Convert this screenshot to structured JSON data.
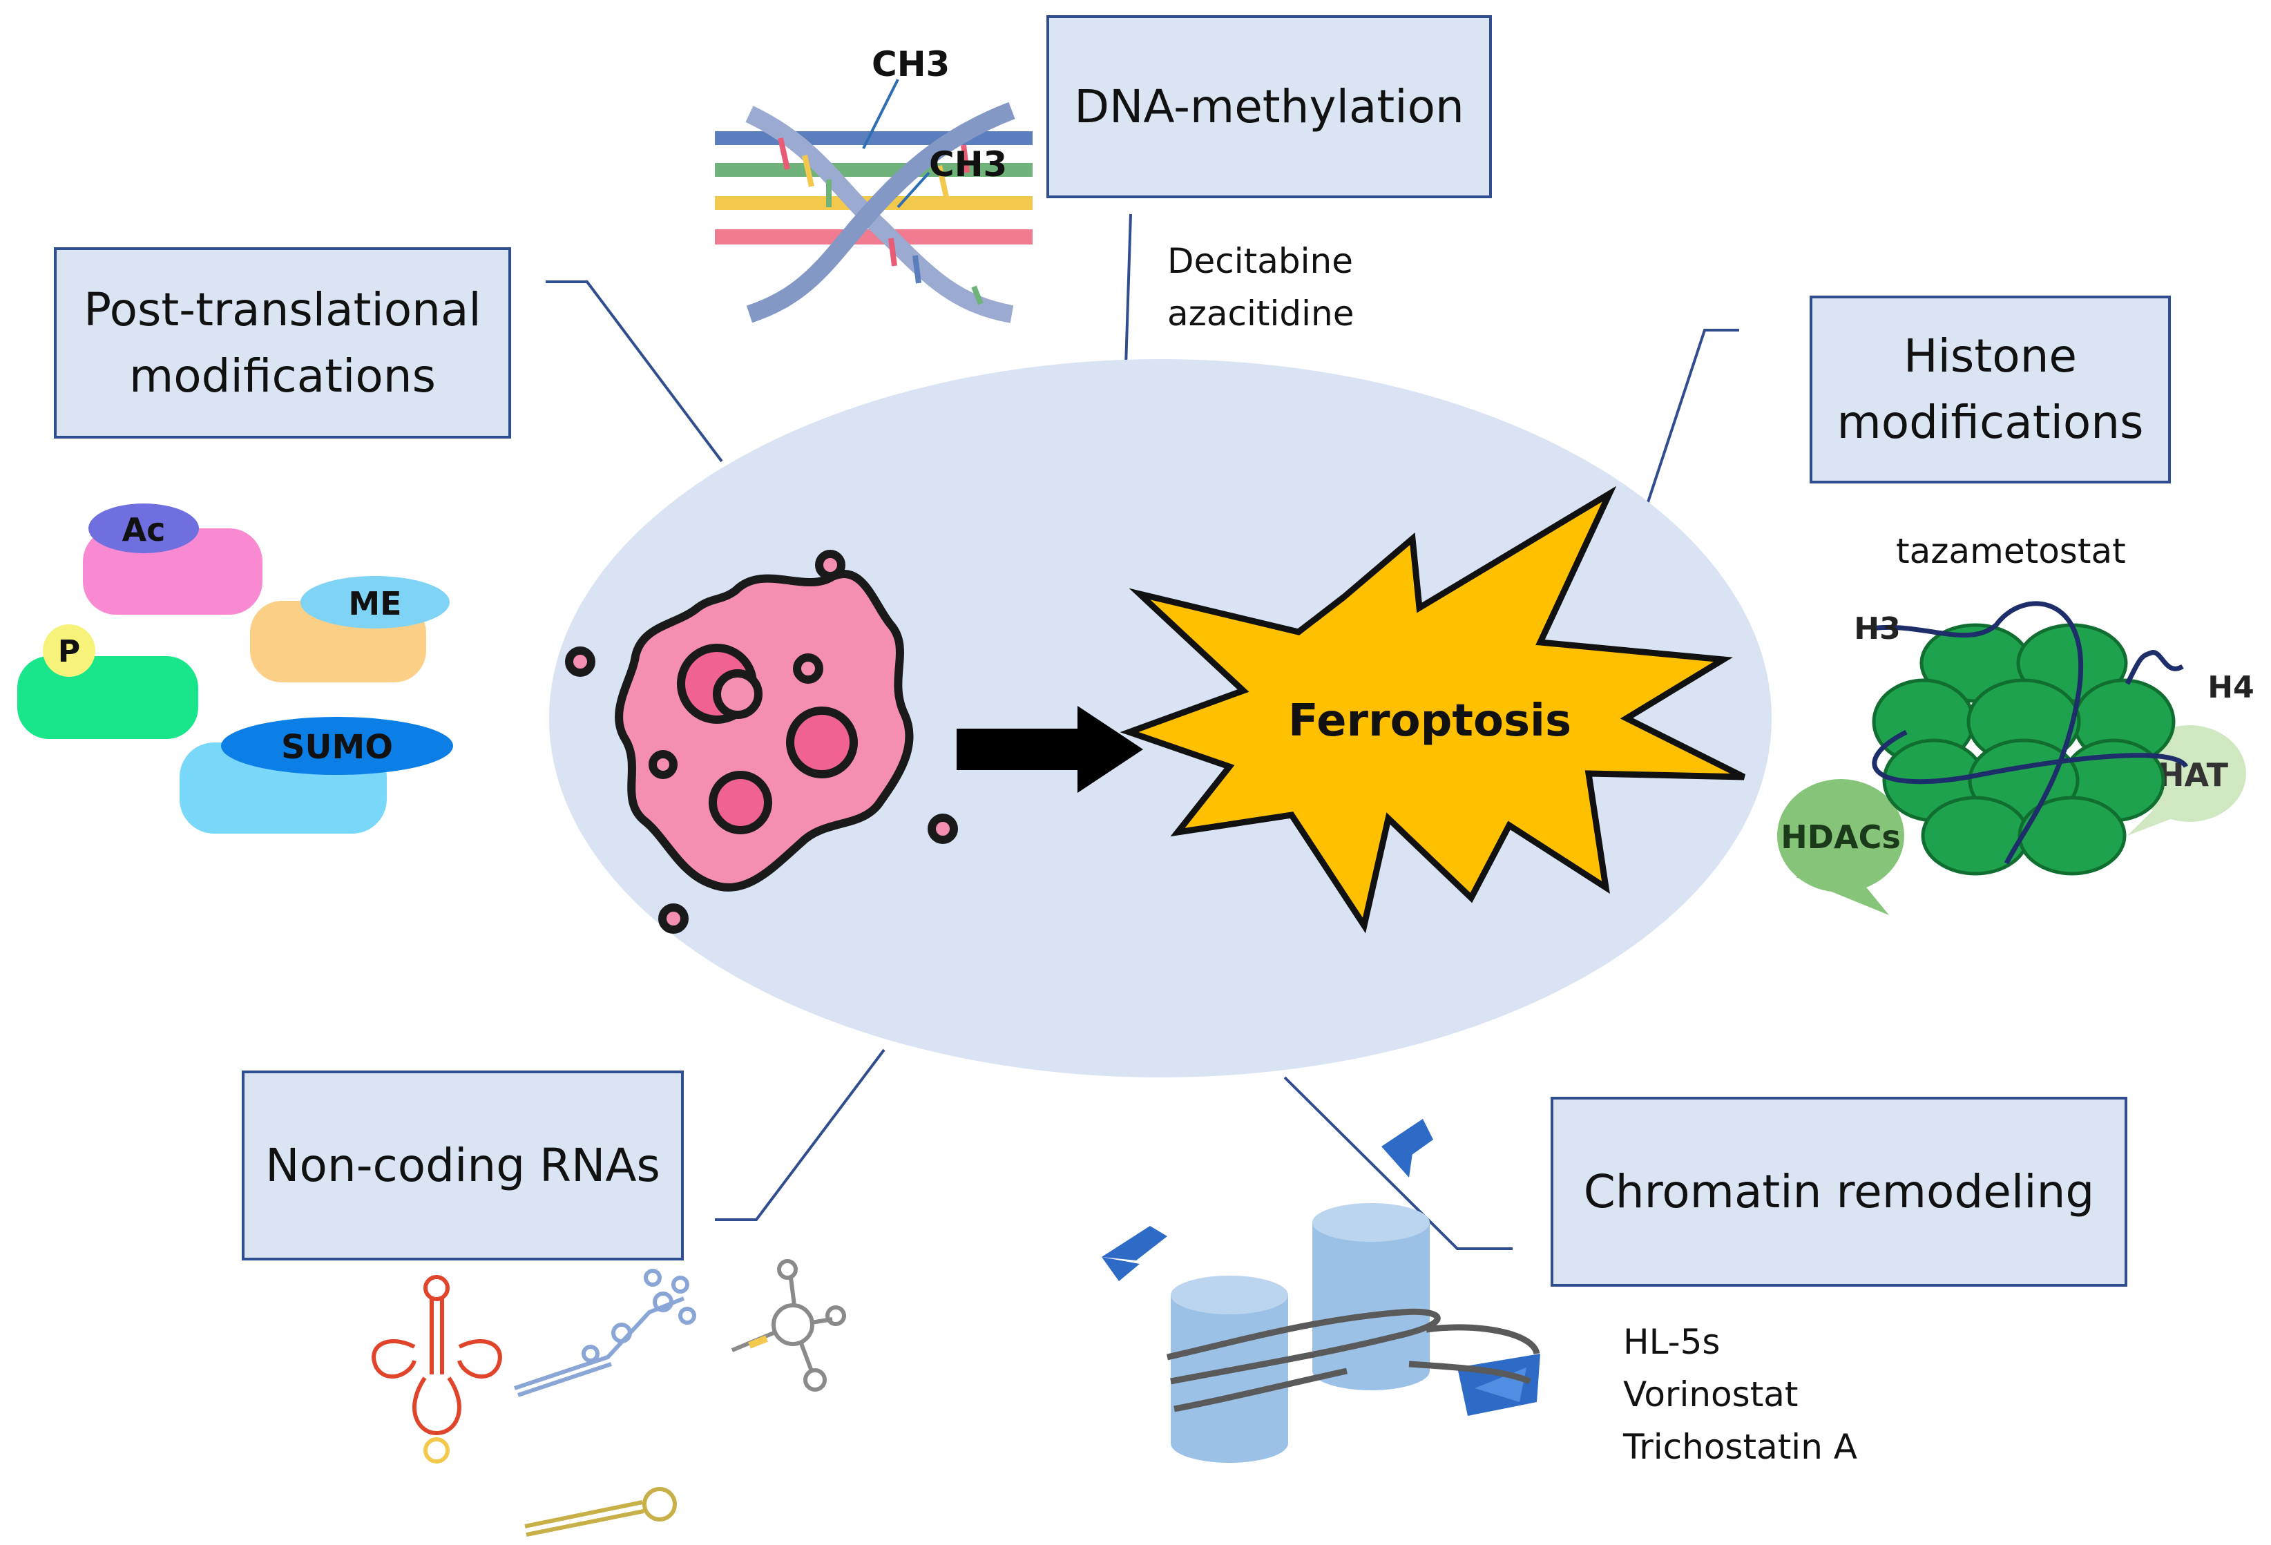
{
  "categories": {
    "dna_methylation": {
      "title": "DNA-methylation",
      "drugs": "Decitabine\nazacitidine"
    },
    "histone_modifications": {
      "title": "Histone\nmodifications",
      "drugs": "tazametostat"
    },
    "post_translational": {
      "title": "Post-translational\nmodifications"
    },
    "non_coding_rnas": {
      "title": "Non-coding RNAs"
    },
    "chromatin_remodeling": {
      "title": "Chromatin remodeling",
      "drugs": "HL-5s\nVorinostat\nTrichostatin A"
    }
  },
  "center": {
    "label": "Ferroptosis"
  },
  "dna_labels": {
    "methyl_1": "CH3",
    "methyl_2": "CH3"
  },
  "ptm_labels": {
    "acetyl": "Ac",
    "methyl": "ME",
    "phospho": "P",
    "sumo": "SUMO"
  },
  "histone_labels": {
    "h3": "H3",
    "h4": "H4",
    "hat": "HAT",
    "hdacs": "HDACs"
  },
  "colors": {
    "box_fill": "#dbe4f3",
    "box_border": "#2f4d8f",
    "ellipse_fill": "#d9e3f3",
    "burst_fill": "#ffc000",
    "cell_fill": "#f48fb1",
    "nucleosome_green": "#1fa24d"
  },
  "icons": [
    "dna-helix-icon",
    "ptm-blocks-icon",
    "cell-icon",
    "arrow-icon",
    "burst-icon",
    "nucleosome-icon",
    "rna-structures-icon",
    "chromatin-icon"
  ]
}
